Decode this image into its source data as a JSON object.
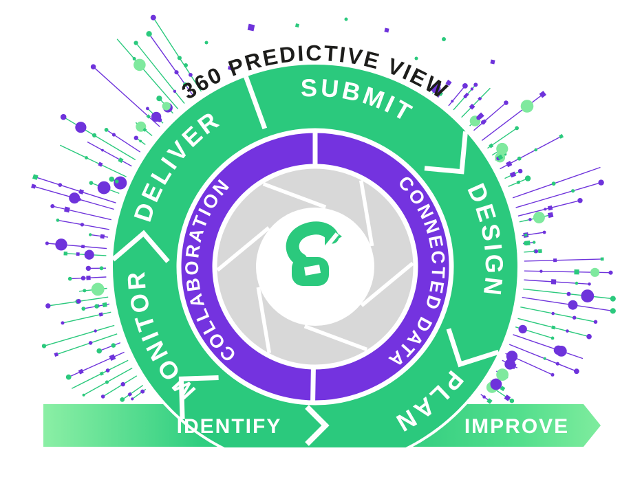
{
  "title": "360 PREDICTIVE VIEW",
  "wheel": {
    "outer_segments": [
      {
        "label": "MONITOR"
      },
      {
        "label": "DELIVER"
      },
      {
        "label": "SUBMIT"
      },
      {
        "label": "DESIGN"
      },
      {
        "label": "PLAN"
      }
    ],
    "inner_ring": [
      {
        "label": "COLLABORATION"
      },
      {
        "label": "CONNECTED DATA"
      }
    ]
  },
  "banner": {
    "left_label": "IDENTIFY",
    "right_label": "IMPROVE"
  },
  "icons": {
    "center_logo": "e-arrow-logo"
  },
  "colors": {
    "green": "#2BC97D",
    "purple": "#7433DF",
    "ray_purple": "#6E33DB",
    "light_green": "#7FE99E",
    "banner_light": "#8BEFA5",
    "gray": "#D8D8D8",
    "title_text": "#1D1D1B",
    "white": "#FFFFFF"
  }
}
